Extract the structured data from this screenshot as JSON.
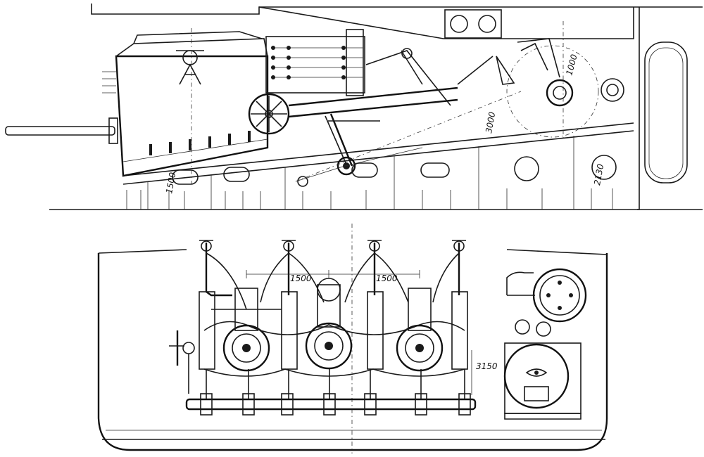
{
  "dimensions": {
    "side_1000": "1000",
    "side_3000": "3000",
    "side_1500": "1500",
    "side_2130": "2130",
    "plan_1500_left": "1500",
    "plan_1500_right": "1500",
    "plan_3150": "3150"
  }
}
